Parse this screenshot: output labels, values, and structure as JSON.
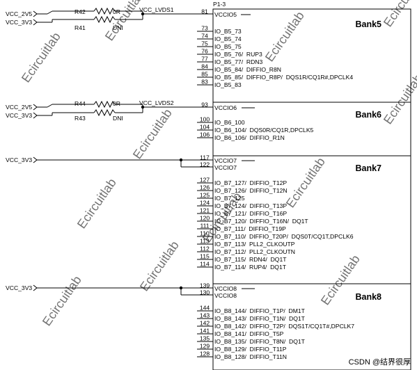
{
  "title": "P1-3",
  "credit": "CSDN @结界很厚",
  "watermark_text": "Ecircuitlab",
  "banks": [
    {
      "name": "Bank5",
      "pins": [
        {
          "num": "81",
          "label": "VCCIO5",
          "net": true
        },
        {
          "num": "73",
          "label": "IO_B5_73"
        },
        {
          "num": "74",
          "label": "IO_B5_74"
        },
        {
          "num": "75",
          "label": "IO_B5_75"
        },
        {
          "num": "76",
          "label": "IO_B5_76/  RUP3"
        },
        {
          "num": "77",
          "label": "IO_B5_77/  RDN3"
        },
        {
          "num": "84",
          "label": "IO_B5_84/  DIFFIO_R8N"
        },
        {
          "num": "85",
          "label": "IO_B5_85/  DIFFIO_R8P/  DQS1R/CQ1R#,DPCLK4"
        },
        {
          "num": "83",
          "label": "IO_B5_83"
        }
      ]
    },
    {
      "name": "Bank6",
      "pins": [
        {
          "num": "93",
          "label": "VCCIO6",
          "net": true
        },
        {
          "num": "100",
          "label": "IO_B6_100"
        },
        {
          "num": "104",
          "label": "IO_B6_104/  DQS0R/CQ1R,DPCLK5"
        },
        {
          "num": "106",
          "label": "IO_B6_106/  DIFFIO_R1N"
        }
      ]
    },
    {
      "name": "Bank7",
      "pins": [
        {
          "num": "117",
          "label": "VCCIO7",
          "net": true
        },
        {
          "num": "122",
          "label": "VCCIO7",
          "net": true
        },
        {
          "num": "127",
          "label": "IO_B7_127/  DIFFIO_T12P"
        },
        {
          "num": "126",
          "label": "IO_B7_126/  DIFFIO_T12N"
        },
        {
          "num": "125",
          "label": "IO_B7_125"
        },
        {
          "num": "124",
          "label": "IO_B7_124/  DIFFIO_T13P"
        },
        {
          "num": "121",
          "label": "IO_B7_121/  DIFFIO_T16P"
        },
        {
          "num": "120",
          "label": "IO_B7_120/  DIFFIO_T16N/  DQ1T"
        },
        {
          "num": "111",
          "label": "IO_B7_111/  DIFFIO_T19P"
        },
        {
          "num": "110",
          "label": "IO_B7_110/  DIFFIO_T20P/  DQS0T/CQ1T,DPCLK6"
        },
        {
          "num": "113",
          "label": "IO_B7_113/  PLL2_CLKOUTP"
        },
        {
          "num": "112",
          "label": "IO_B7_112/  PLL2_CLKOUTN"
        },
        {
          "num": "115",
          "label": "IO_B7_115/  RDN4/  DQ1T"
        },
        {
          "num": "114",
          "label": "IO_B7_114/  RUP4/  DQ1T"
        }
      ]
    },
    {
      "name": "Bank8",
      "pins": [
        {
          "num": "139",
          "label": "VCCIO8",
          "net": true
        },
        {
          "num": "130",
          "label": "VCCIO8",
          "net": true
        },
        {
          "num": "144",
          "label": "IO_B8_144/  DIFFIO_T1P/  DM1T"
        },
        {
          "num": "143",
          "label": "IO_B8_143/  DIFFIO_T1N/  DQ1T"
        },
        {
          "num": "142",
          "label": "IO_B8_142/  DIFFIO_T2P/  DQS1T/CQ1T#,DPCLK7"
        },
        {
          "num": "141",
          "label": "IO_B8_141/  DIFFIO_T5P"
        },
        {
          "num": "135",
          "label": "IO_B8_135/  DIFFIO_T8N/  DQ1T"
        },
        {
          "num": "129",
          "label": "IO_B8_129/  DIFFIO_T11P"
        },
        {
          "num": "128",
          "label": "IO_B8_128/  DIFFIO_T11N"
        }
      ]
    }
  ],
  "power": [
    {
      "in1": "VCC_2V5",
      "in2": "VCC_3V3",
      "r1": "R42",
      "r1v": "0R",
      "r2": "R41",
      "r2v": "DNI",
      "out": "VCC_LVDS1"
    },
    {
      "in1": "VCC_2V5",
      "in2": "VCC_3V3",
      "r1": "R44",
      "r1v": "0R",
      "r2": "R43",
      "r2v": "DNI",
      "out": "VCC_LVDS2"
    }
  ],
  "vcc3v3_ports": [
    "VCC_3V3",
    "VCC_3V3"
  ]
}
